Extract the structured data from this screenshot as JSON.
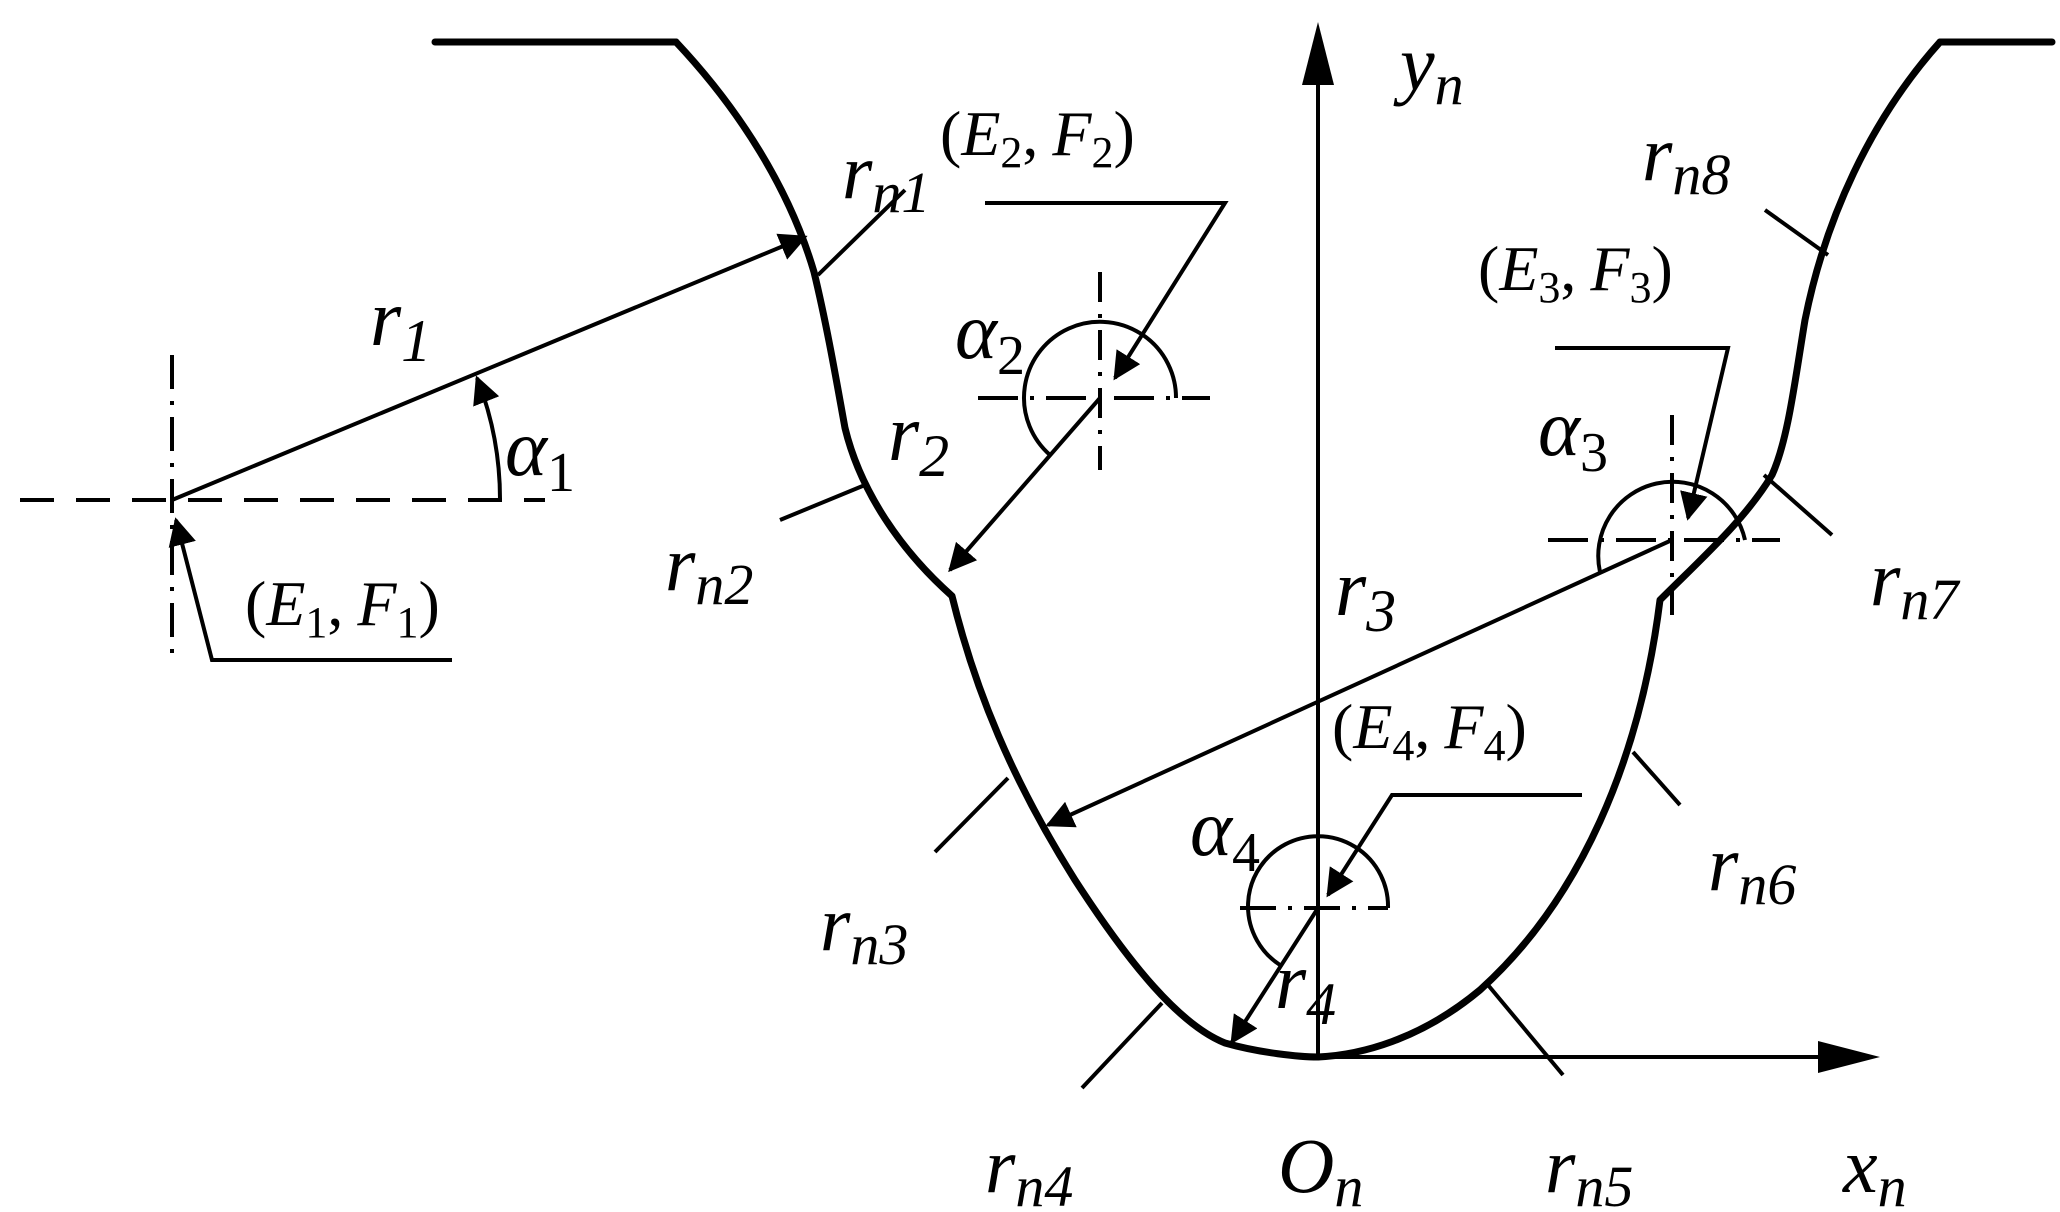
{
  "axes": {
    "x_name": "x",
    "y_name": "y",
    "origin_name": "O",
    "subscript": "n"
  },
  "radii": [
    {
      "r": "r",
      "idx": "1"
    },
    {
      "r": "r",
      "idx": "2"
    },
    {
      "r": "r",
      "idx": "3"
    },
    {
      "r": "r",
      "idx": "4"
    }
  ],
  "angles": [
    {
      "a": "α",
      "idx": "1"
    },
    {
      "a": "α",
      "idx": "2"
    },
    {
      "a": "α",
      "idx": "3"
    },
    {
      "a": "α",
      "idx": "4"
    }
  ],
  "centers": [
    {
      "E": "E",
      "F": "F",
      "idx": "1",
      "open": "(",
      "sep": ",",
      "close": ")"
    },
    {
      "E": "E",
      "F": "F",
      "idx": "2",
      "open": "(",
      "sep": ",",
      "close": ")"
    },
    {
      "E": "E",
      "F": "F",
      "idx": "3",
      "open": "(",
      "sep": ",",
      "close": ")"
    },
    {
      "E": "E",
      "F": "F",
      "idx": "4",
      "open": "(",
      "sep": ",",
      "close": ")"
    }
  ],
  "segments": [
    {
      "r": "r",
      "sub": "n",
      "idx": "1"
    },
    {
      "r": "r",
      "sub": "n",
      "idx": "2"
    },
    {
      "r": "r",
      "sub": "n",
      "idx": "3"
    },
    {
      "r": "r",
      "sub": "n",
      "idx": "4"
    },
    {
      "r": "r",
      "sub": "n",
      "idx": "5"
    },
    {
      "r": "r",
      "sub": "n",
      "idx": "6"
    },
    {
      "r": "r",
      "sub": "n",
      "idx": "7"
    },
    {
      "r": "r",
      "sub": "n",
      "idx": "8"
    }
  ]
}
